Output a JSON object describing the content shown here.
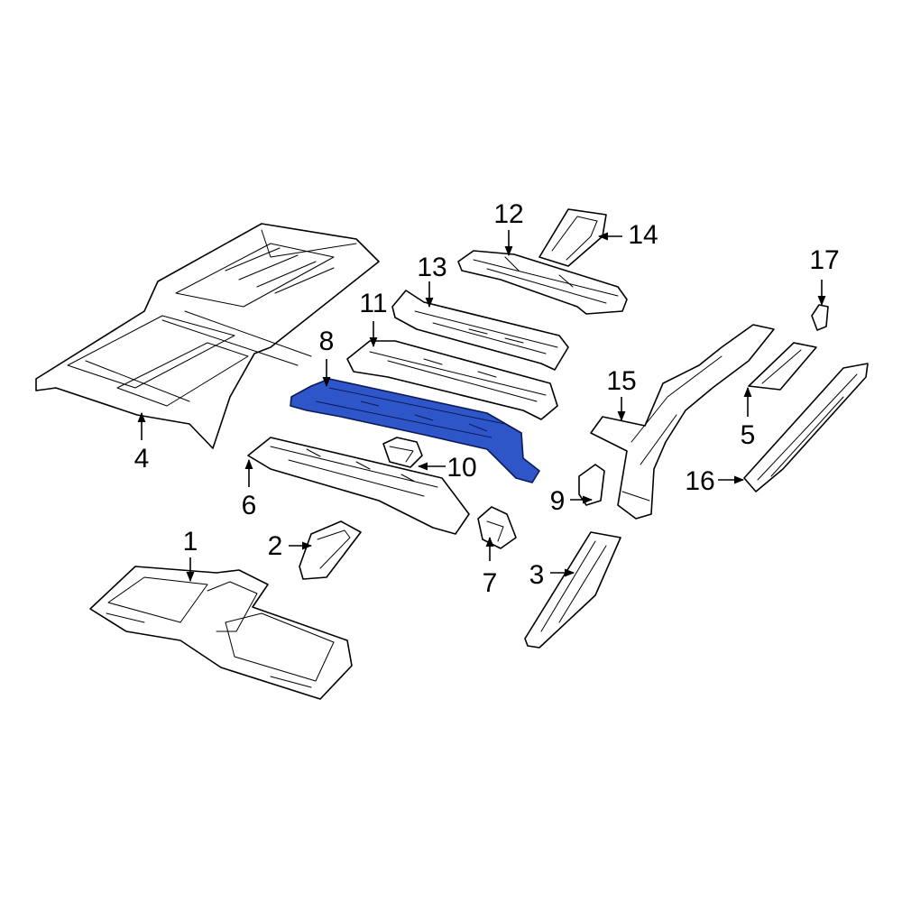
{
  "diagram": {
    "highlight_color": "#2f56c9",
    "highlighted_part": "8",
    "callouts": [
      "1",
      "2",
      "3",
      "4",
      "5",
      "6",
      "7",
      "8",
      "9",
      "10",
      "11",
      "12",
      "13",
      "14",
      "15",
      "16",
      "17"
    ]
  }
}
